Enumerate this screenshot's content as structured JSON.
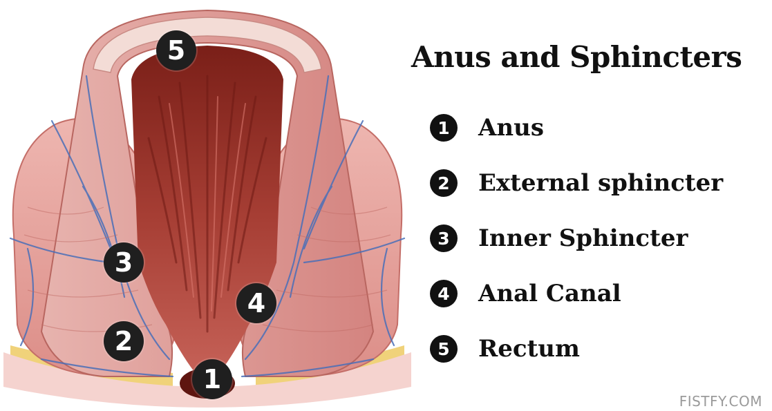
{
  "title": "Anus and Sphincters",
  "legend": [
    {
      "number": "1",
      "label": "Anus"
    },
    {
      "number": "2",
      "label": "External sphincter"
    },
    {
      "number": "3",
      "label": "Inner Sphincter"
    },
    {
      "number": "4",
      "label": "Anal Canal"
    },
    {
      "number": "5",
      "label": "Rectum"
    }
  ],
  "markers": {
    "m1": "1",
    "m2": "2",
    "m3": "3",
    "m4": "4",
    "m5": "5"
  },
  "watermark": "FISTFY.COM",
  "colors": {
    "tissue_light": "#e9a9a6",
    "tissue_mid": "#d98a86",
    "lumen_dark": "#8a2a22",
    "lumen_mid": "#b34a40",
    "fat_yellow": "#f0d27a",
    "vessel_blue": "#4a6fb8",
    "marker_fill": "#1f1f1f"
  }
}
